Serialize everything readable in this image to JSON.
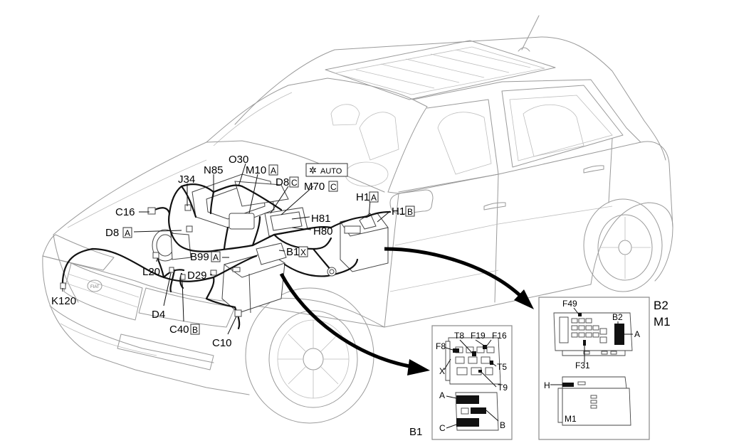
{
  "labels": {
    "O30": "O30",
    "N85": "N85",
    "M10": "M10",
    "M10_box": "A",
    "J34": "J34",
    "D8C": "D8",
    "D8C_box": "C",
    "M70": "M70",
    "M70_box": "C",
    "C16": "C16",
    "D8A": "D8",
    "D8A_box": "A",
    "H81": "H81",
    "H80": "H80",
    "H1A": "H1",
    "H1A_box": "A",
    "H1B": "H1",
    "H1B_box": "B",
    "B99": "B99",
    "B99_box": "A",
    "B1X": "B1",
    "B1X_box": "X",
    "L20": "L20",
    "D29": "D29",
    "K120": "K120",
    "D4": "D4",
    "C40": "C40",
    "C40_box": "B",
    "C10": "C10"
  },
  "climate_badge": {
    "icon": "snowflake-icon",
    "text": "AUTO"
  },
  "inset_b1": {
    "title": "B1",
    "T8": "T8",
    "F19": "F19",
    "F16": "F16",
    "F8": "F8",
    "T5": "T5",
    "X": "X",
    "T9": "T9",
    "A": "A",
    "B": "B",
    "C": "C"
  },
  "inset_b2": {
    "title1": "B2",
    "title2": "M1",
    "F49": "F49",
    "B2": "B2",
    "A": "A",
    "F31": "F31",
    "H": "H",
    "M1": "M1"
  }
}
